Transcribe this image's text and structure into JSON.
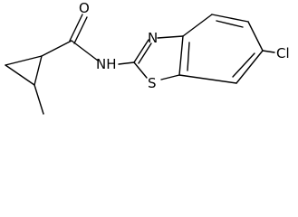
{
  "molecule": {
    "atoms": {
      "oxygen": "O",
      "amide_nh": "NH",
      "thiazole_n": "N",
      "thiazole_s": "S",
      "chlorine": "Cl"
    }
  }
}
